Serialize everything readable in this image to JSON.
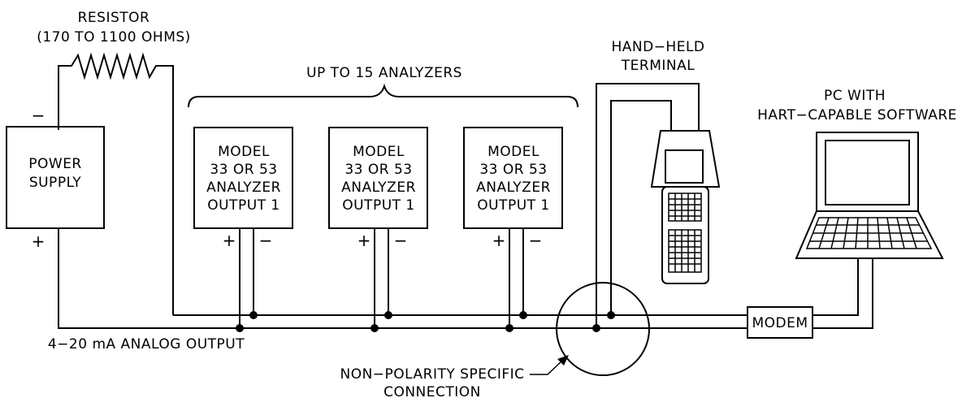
{
  "resistor": {
    "label_line1": "RESISTOR",
    "label_line2": "(170 TO 1100 OHMS)"
  },
  "power_supply": {
    "label_line1": "POWER",
    "label_line2": "SUPPLY",
    "minus": "−",
    "plus": "+"
  },
  "analyzers_bracket_label": "UP TO 15 ANALYZERS",
  "analyzers": [
    {
      "lines": [
        "MODEL",
        "33 OR 53",
        "ANALYZER",
        "OUTPUT 1"
      ],
      "plus": "+",
      "minus": "−"
    },
    {
      "lines": [
        "MODEL",
        "33 OR 53",
        "ANALYZER",
        "OUTPUT 1"
      ],
      "plus": "+",
      "minus": "−"
    },
    {
      "lines": [
        "MODEL",
        "33 OR 53",
        "ANALYZER",
        "OUTPUT 1"
      ],
      "plus": "+",
      "minus": "−"
    }
  ],
  "handheld": {
    "label_line1": "HAND−HELD",
    "label_line2": "TERMINAL"
  },
  "pc": {
    "label_line1": "PC WITH",
    "label_line2": "HART−CAPABLE SOFTWARE"
  },
  "modem_label": "MODEM",
  "analog_output_label": "4−20 mA ANALOG OUTPUT",
  "connection_note": {
    "line1": "NON−POLARITY SPECIFIC",
    "line2": "CONNECTION"
  }
}
